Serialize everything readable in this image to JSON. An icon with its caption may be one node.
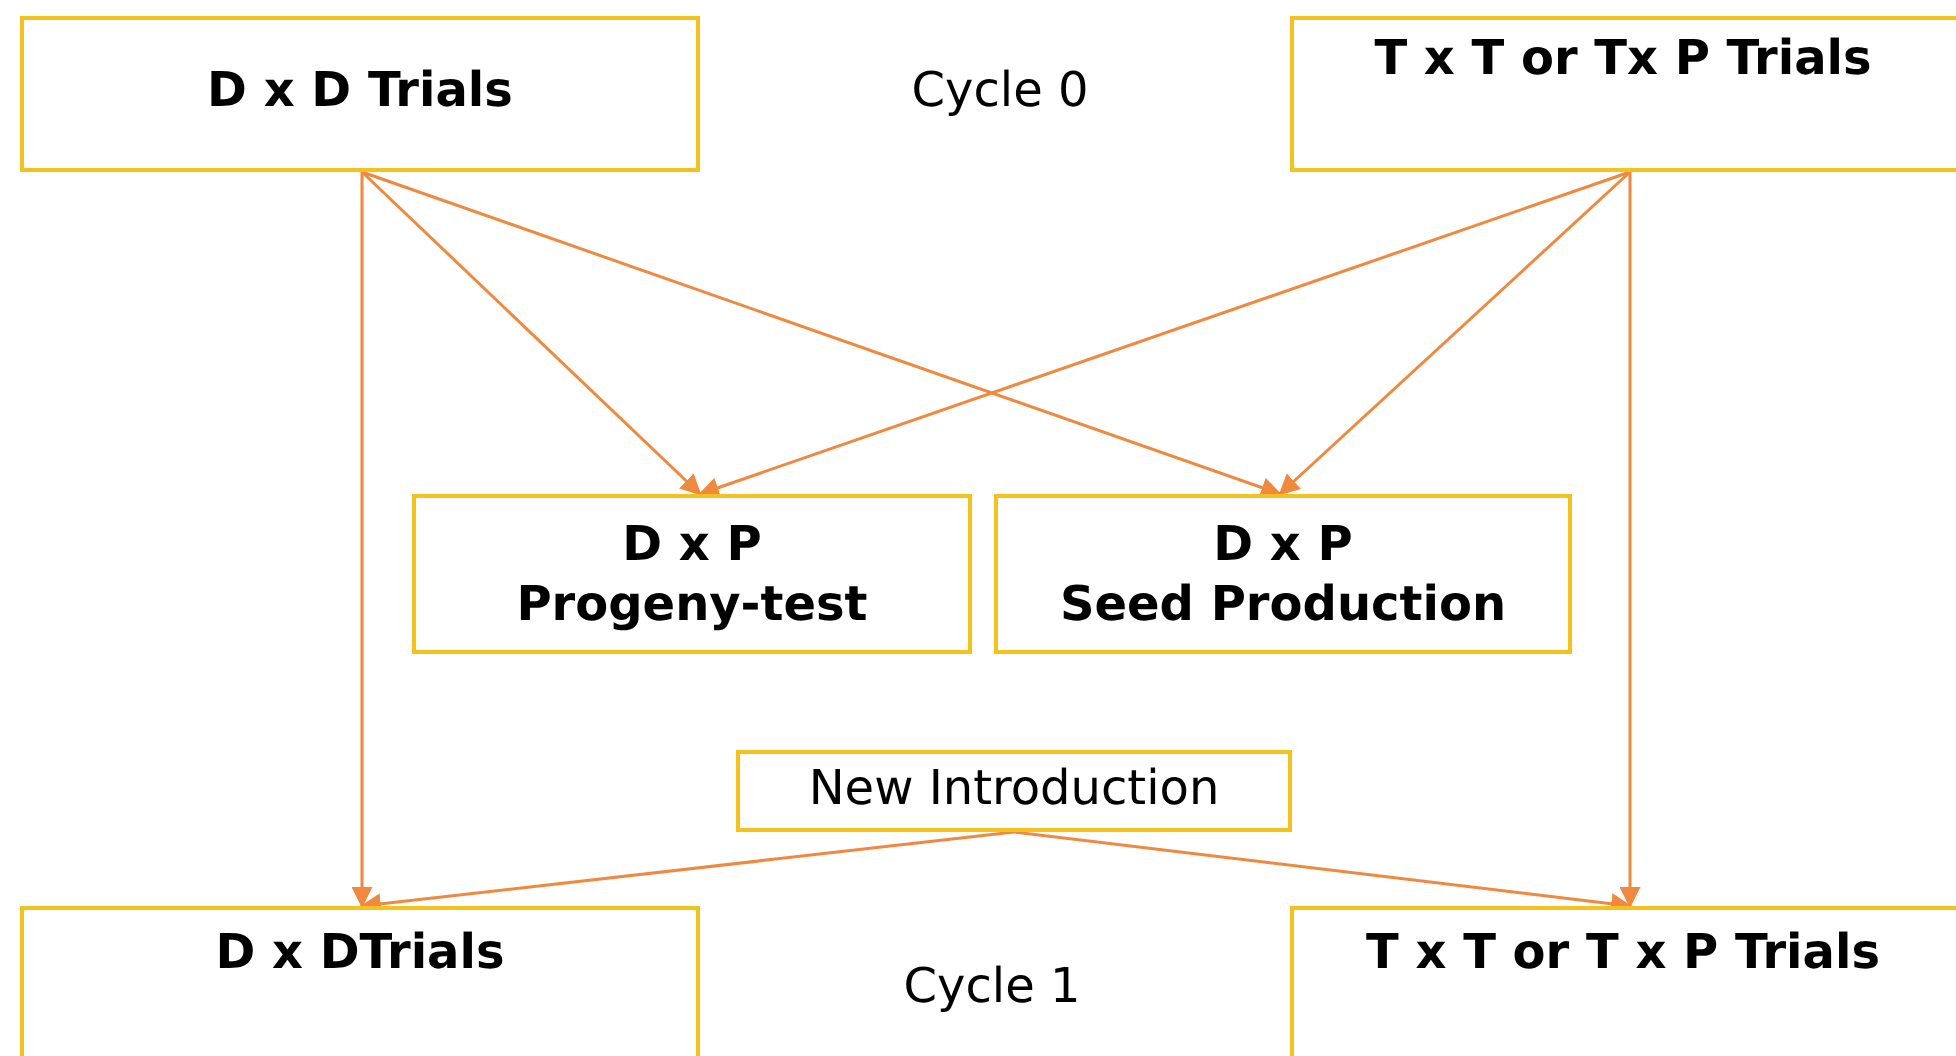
{
  "diagram": {
    "nodes": [
      {
        "text": [
          "D x D Trials"
        ]
      },
      {
        "text": [
          "T x T or Tx P Trials"
        ]
      },
      {
        "text": [
          "D x P",
          "Progeny-test"
        ]
      },
      {
        "text": [
          "D x P",
          "Seed Production"
        ]
      },
      {
        "text": [
          "New Introduction"
        ]
      },
      {
        "text": [
          "D x DTrials"
        ]
      },
      {
        "text": [
          "T x T or T x P Trials"
        ]
      }
    ],
    "edges": [
      {
        "from": 0,
        "to": 2,
        "arrow": "to"
      },
      {
        "from": 0,
        "to": 3,
        "arrow": "to"
      },
      {
        "from": 0,
        "to": 5,
        "arrow": "to"
      },
      {
        "from": 1,
        "to": 2,
        "arrow": "to"
      },
      {
        "from": 1,
        "to": 3,
        "arrow": "to"
      },
      {
        "from": 1,
        "to": 6,
        "arrow": "to"
      },
      {
        "from": 4,
        "to": 5,
        "arrow": "to"
      },
      {
        "from": 4,
        "to": 6,
        "arrow": "to"
      }
    ],
    "labels": [
      "Cycle 0",
      "Cycle 1"
    ]
  }
}
